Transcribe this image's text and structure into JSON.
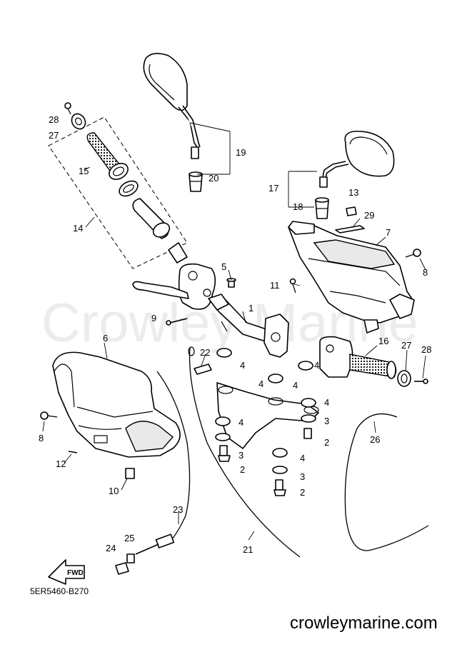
{
  "watermark": "Crowley Marine",
  "footer_url": "crowleymarine.com",
  "diagram_code": "5ER5460-B270",
  "direction_marker": "FWD",
  "callouts": [
    {
      "id": "c1",
      "label": "1"
    },
    {
      "id": "c2a",
      "label": "2"
    },
    {
      "id": "c2b",
      "label": "2"
    },
    {
      "id": "c2c",
      "label": "2"
    },
    {
      "id": "c3a",
      "label": "3"
    },
    {
      "id": "c3b",
      "label": "3"
    },
    {
      "id": "c3c",
      "label": "3"
    },
    {
      "id": "c4a",
      "label": "4"
    },
    {
      "id": "c4b",
      "label": "4"
    },
    {
      "id": "c4c",
      "label": "4"
    },
    {
      "id": "c4d",
      "label": "4"
    },
    {
      "id": "c4e",
      "label": "4"
    },
    {
      "id": "c4f",
      "label": "4"
    },
    {
      "id": "c4g",
      "label": "4"
    },
    {
      "id": "c5",
      "label": "5"
    },
    {
      "id": "c6",
      "label": "6"
    },
    {
      "id": "c7",
      "label": "7"
    },
    {
      "id": "c8a",
      "label": "8"
    },
    {
      "id": "c8b",
      "label": "8"
    },
    {
      "id": "c9",
      "label": "9"
    },
    {
      "id": "c10",
      "label": "10"
    },
    {
      "id": "c11",
      "label": "11"
    },
    {
      "id": "c12",
      "label": "12"
    },
    {
      "id": "c13",
      "label": "13"
    },
    {
      "id": "c14",
      "label": "14"
    },
    {
      "id": "c15",
      "label": "15"
    },
    {
      "id": "c16",
      "label": "16"
    },
    {
      "id": "c17",
      "label": "17"
    },
    {
      "id": "c18",
      "label": "18"
    },
    {
      "id": "c19",
      "label": "19"
    },
    {
      "id": "c20",
      "label": "20"
    },
    {
      "id": "c21",
      "label": "21"
    },
    {
      "id": "c22",
      "label": "22"
    },
    {
      "id": "c23",
      "label": "23"
    },
    {
      "id": "c24",
      "label": "24"
    },
    {
      "id": "c25",
      "label": "25"
    },
    {
      "id": "c26",
      "label": "26"
    },
    {
      "id": "c27a",
      "label": "27"
    },
    {
      "id": "c27b",
      "label": "27"
    },
    {
      "id": "c28a",
      "label": "28"
    },
    {
      "id": "c28b",
      "label": "28"
    },
    {
      "id": "c29",
      "label": "29"
    }
  ]
}
